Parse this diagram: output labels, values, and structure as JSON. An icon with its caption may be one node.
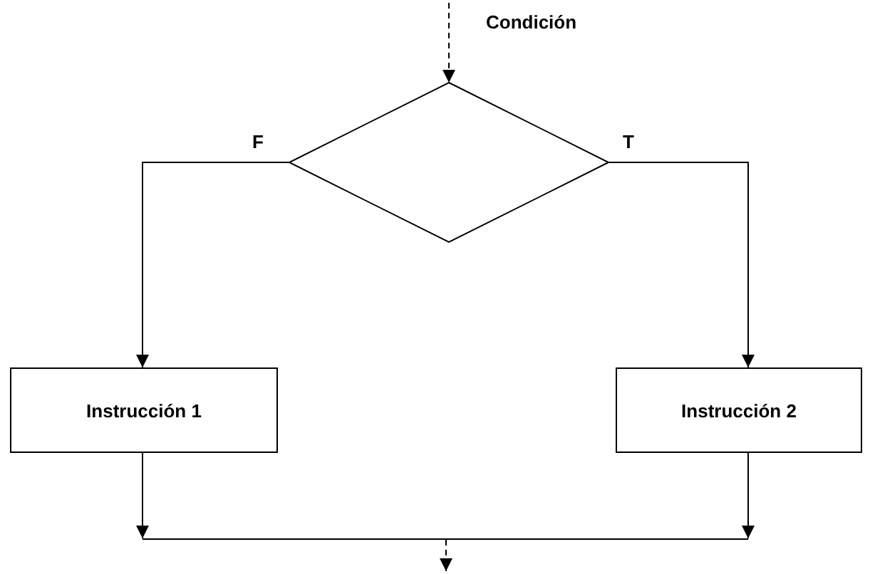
{
  "diagram": {
    "nodes": [
      {
        "text": [],
        "shape": "diamond"
      },
      {
        "text": [
          "Instrucción 1"
        ]
      },
      {
        "text": [
          "Instrucción 2"
        ]
      },
      {
        "text": [],
        "shape": "bar"
      }
    ],
    "edges": [
      {
        "from": null,
        "to": 0,
        "arrow": "to",
        "label": "Condición",
        "style": "dashed"
      },
      {
        "from": 0,
        "to": 1,
        "arrow": "to",
        "label": "F"
      },
      {
        "from": 0,
        "to": 2,
        "arrow": "to",
        "label": "T"
      },
      {
        "from": 1,
        "to": 3,
        "arrow": "to"
      },
      {
        "from": 2,
        "to": 3,
        "arrow": "to"
      },
      {
        "from": 3,
        "to": null,
        "arrow": "to",
        "style": "dashed"
      }
    ]
  }
}
